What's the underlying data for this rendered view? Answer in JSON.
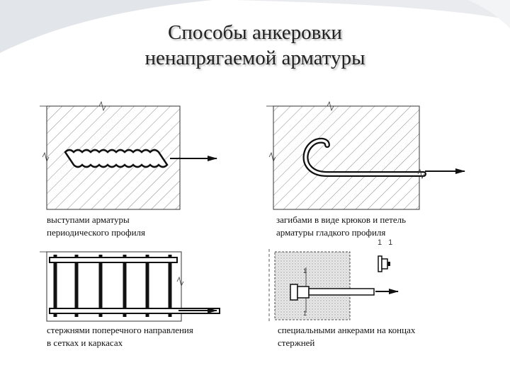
{
  "title": {
    "line1": "Способы анкеровки",
    "line2": "ненапрягаемой арматуры"
  },
  "panels": [
    {
      "caption": [
        "выступами арматуры",
        "периодического профиля"
      ]
    },
    {
      "caption": [
        "загибами в виде крюков и петель",
        "арматуры гладкого профиля"
      ]
    },
    {
      "caption": [
        "стержнями поперечного направления",
        "в сетках и каркасах"
      ]
    },
    {
      "caption": [
        "специальными анкерами на концах",
        "стержней"
      ]
    }
  ],
  "section_label": "1 1",
  "colors": {
    "hatch": "#555555",
    "rebar": "#111111",
    "decor": "#d9dde3"
  }
}
